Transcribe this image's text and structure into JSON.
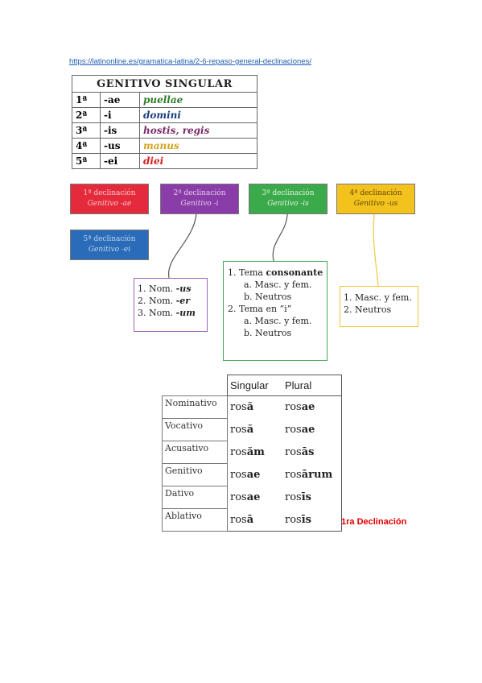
{
  "link": "https://latinonline.es/gramatica-latina/2-6-repaso-general-declinaciones/",
  "genitivo": {
    "title": "GENITIVO SINGULAR",
    "rows": [
      {
        "n": "1ª",
        "end": "-ae",
        "ex": "puellae",
        "color": "#2f7d2a"
      },
      {
        "n": "2ª",
        "end": "-i",
        "ex": "domini",
        "color": "#1b3f7a"
      },
      {
        "n": "3ª",
        "end": "-is",
        "ex": "hostis, regis",
        "color": "#7a2a6a"
      },
      {
        "n": "4ª",
        "end": "-us",
        "ex": "manus",
        "color": "#d4a21a"
      },
      {
        "n": "5ª",
        "end": "-ei",
        "ex": "diei",
        "color": "#d32020"
      }
    ]
  },
  "boxes": [
    {
      "line1": "1ª declinación",
      "line2": "Genitivo -ae"
    },
    {
      "line1": "2ª declinación",
      "line2": "Genitivo -i"
    },
    {
      "line1": "3ª declinación",
      "line2": "Genitivo -is"
    },
    {
      "line1": "4ª declinación",
      "line2": "Genitivo -us"
    },
    {
      "line1": "5ª declinación",
      "line2": "Genitivo -ei"
    }
  ],
  "second": {
    "items": [
      {
        "pre": "1. Nom. ",
        "end": "-us"
      },
      {
        "pre": "2. Nom. ",
        "end": "-er"
      },
      {
        "pre": "3. Nom. ",
        "end": "-um"
      }
    ]
  },
  "third": {
    "l1_pre": "1. Tema ",
    "l1_bold": "consonante",
    "l2": "a. Masc. y fem.",
    "l3": "b. Neutros",
    "l4": "2. Tema en “i”",
    "l5": "a. Masc. y fem.",
    "l6": "b. Neutros"
  },
  "fourth": {
    "l1": "1. Masc. y fem.",
    "l2": "2. Neutros"
  },
  "rosa": {
    "headers": [
      "Singular",
      "Plural"
    ],
    "rows": [
      {
        "case": "Nominativo",
        "sg_stem": "ros",
        "sg_end": "ă",
        "pl_stem": "ros",
        "pl_end": "ae"
      },
      {
        "case": "Vocativo",
        "sg_stem": "ros",
        "sg_end": "ă",
        "pl_stem": "ros",
        "pl_end": "ae"
      },
      {
        "case": "Acusativo",
        "sg_stem": "ros",
        "sg_end": "ăm",
        "pl_stem": "ros",
        "pl_end": "ās"
      },
      {
        "case": "Genitivo",
        "sg_stem": "ros",
        "sg_end": "ae",
        "pl_stem": "ros",
        "pl_end": "ārum"
      },
      {
        "case": "Dativo",
        "sg_stem": "ros",
        "sg_end": "ae",
        "pl_stem": "ros",
        "pl_end": "īs"
      },
      {
        "case": "Ablativo",
        "sg_stem": "ros",
        "sg_end": "ā",
        "pl_stem": "ros",
        "pl_end": "īs"
      }
    ],
    "caption": "1ra Declinación"
  }
}
